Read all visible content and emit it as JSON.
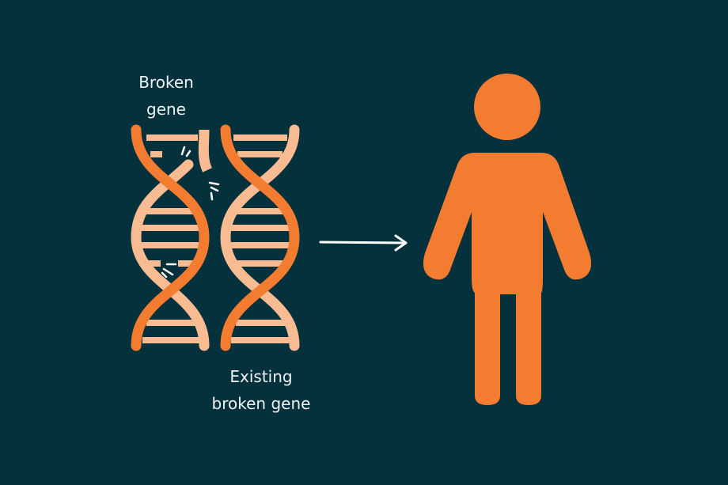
{
  "labels": {
    "broken_gene": [
      "Broken",
      "gene"
    ],
    "existing_broken_gene": [
      "Existing",
      "broken gene"
    ]
  },
  "colors": {
    "background": "#05313c",
    "strand_dark": "#f47c30",
    "strand_light": "#f8bb92",
    "arrow": "#ffffff"
  }
}
